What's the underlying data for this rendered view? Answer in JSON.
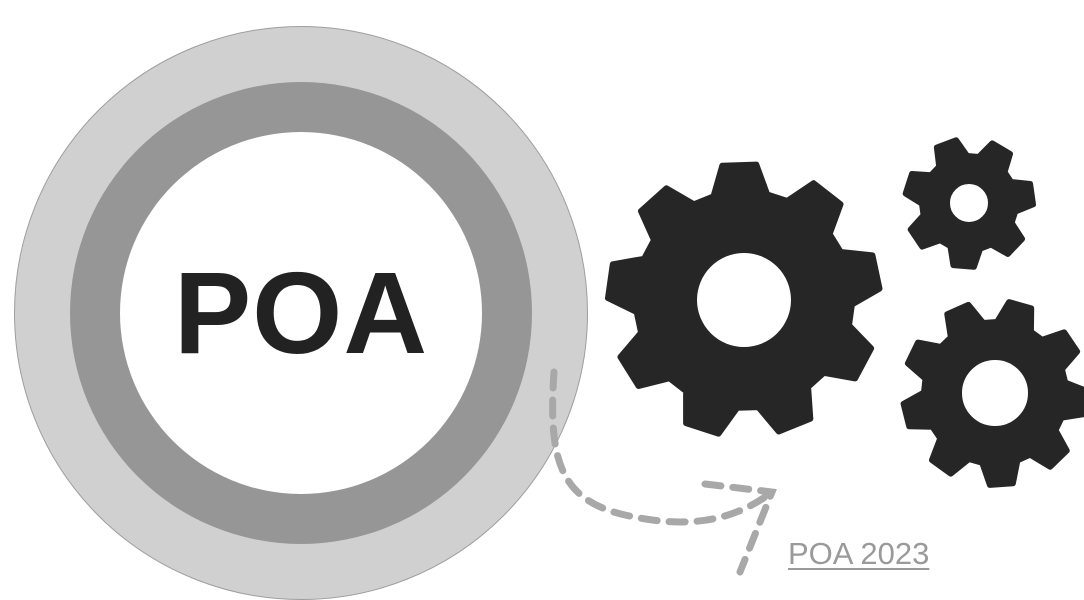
{
  "center": {
    "label": "POA"
  },
  "link": {
    "text": "POA 2023"
  },
  "icons": {
    "gears": [
      "gear-icon-large",
      "gear-icon-small",
      "gear-icon-medium"
    ],
    "arrow": "dashed-curved-arrow-icon"
  },
  "colors": {
    "outer_ring": "#d0d0d0",
    "middle_ring": "#969696",
    "inner_circle": "#ffffff",
    "text_dark": "#222222",
    "gear_fill": "#262626",
    "arrow": "#a8a8a8",
    "link_text": "#9a9a9a"
  }
}
